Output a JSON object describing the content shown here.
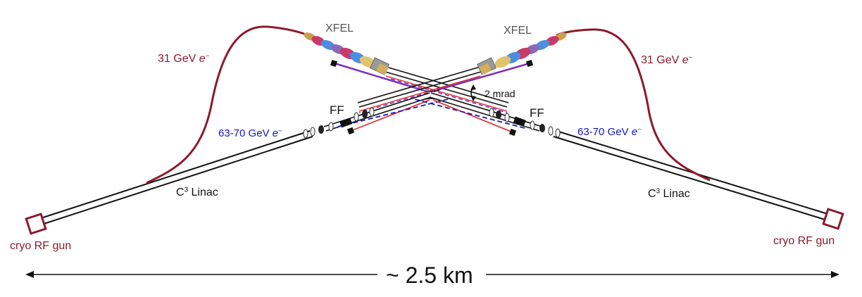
{
  "labels": {
    "xfel_left": "XFEL",
    "xfel_right": "XFEL",
    "energy_31_left": "31 GeV ",
    "energy_31_right": "31 GeV ",
    "electron_symbol": "e",
    "electron_sup": "−",
    "energy_63_left": "63-70 GeV ",
    "energy_63_right": "63-70 GeV ",
    "ff_left": "FF",
    "ff_right": "FF",
    "crossing_angle": "2 mrad",
    "linac_left_c": "C",
    "linac_left_sup": "3",
    "linac_left_rest": " Linac",
    "linac_right_c": "C",
    "linac_right_sup": "3",
    "linac_right_rest": " Linac",
    "gun_left": "cryo RF gun",
    "gun_right": "cryo RF gun",
    "scale": "~ 2.5 km"
  },
  "colors": {
    "drive_beam": "#8b1a2b",
    "high_energy_beam": "#1414c8",
    "xfel_photon_line": "#7b2fbf",
    "ff_line": "#dd2222",
    "text_grey": "#555555",
    "undulator_colors": [
      "#c9a04a",
      "#4a8ee0",
      "#c83a6a",
      "#8a6ab8",
      "#e0c36a"
    ]
  }
}
